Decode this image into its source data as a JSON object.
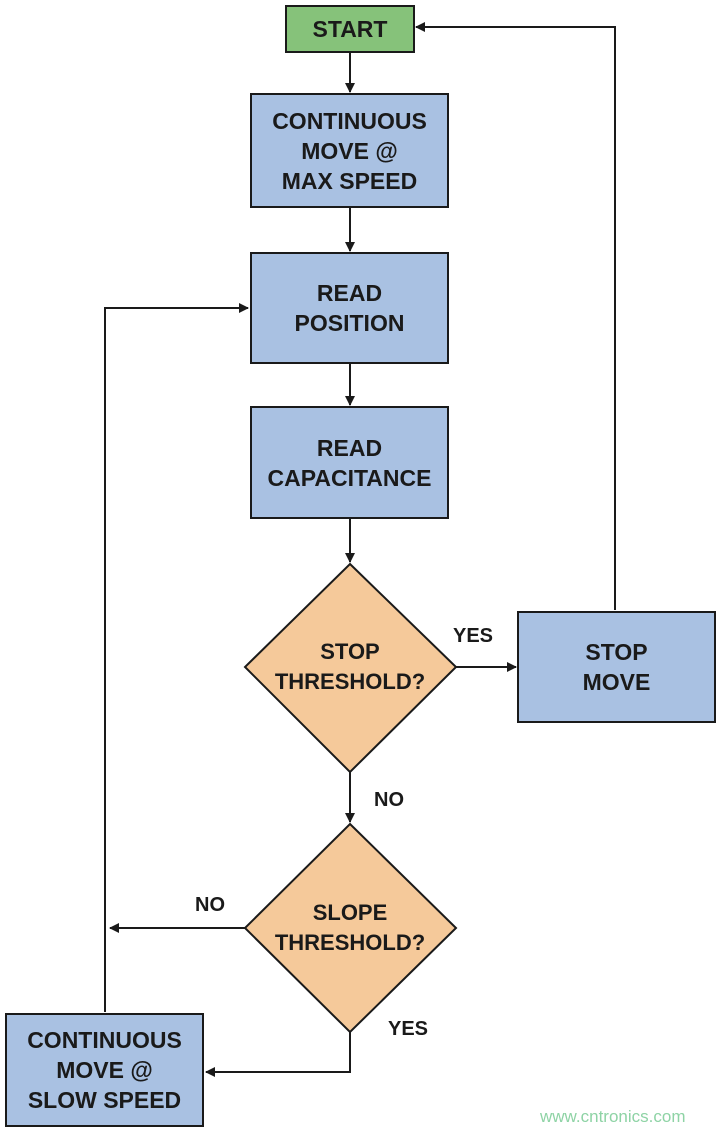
{
  "nodes": {
    "start": {
      "lines": [
        "START"
      ]
    },
    "move_max": {
      "lines": [
        "CONTINUOUS",
        "MOVE @",
        "MAX SPEED"
      ]
    },
    "read_position": {
      "lines": [
        "READ",
        "POSITION"
      ]
    },
    "read_capacitance": {
      "lines": [
        "READ",
        "CAPACITANCE"
      ]
    },
    "stop_threshold": {
      "lines": [
        "STOP",
        "THRESHOLD?"
      ]
    },
    "stop_move": {
      "lines": [
        "STOP",
        "MOVE"
      ]
    },
    "slope_threshold": {
      "lines": [
        "SLOPE",
        "THRESHOLD?"
      ]
    },
    "move_slow": {
      "lines": [
        "CONTINUOUS",
        "MOVE @",
        "SLOW SPEED"
      ]
    }
  },
  "edge_labels": {
    "stop_yes": "YES",
    "stop_no": "NO",
    "slope_no": "NO",
    "slope_yes": "YES"
  },
  "watermark": "www.cntronics.com",
  "colors": {
    "process_fill": "#a9c1e2",
    "start_fill": "#86c27a",
    "decision_fill": "#f5c99a",
    "line": "#1a1a1a"
  }
}
